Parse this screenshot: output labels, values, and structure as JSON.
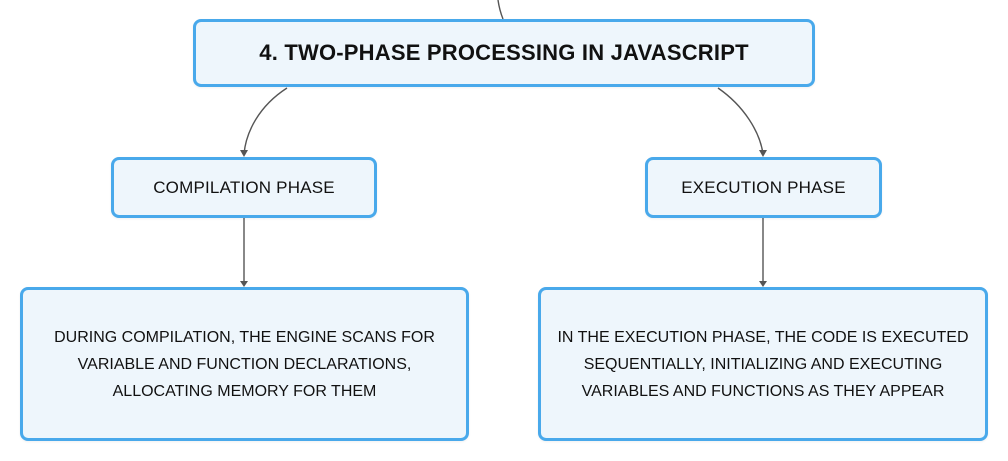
{
  "diagram": {
    "root": {
      "label": "4. TWO-PHASE PROCESSING IN JAVASCRIPT"
    },
    "phases": [
      {
        "label": "COMPILATION PHASE",
        "detail": "DURING COMPILATION, THE ENGINE SCANS FOR VARIABLE AND FUNCTION DECLARATIONS, ALLOCATING MEMORY FOR THEM"
      },
      {
        "label": "EXECUTION PHASE",
        "detail": "IN THE EXECUTION PHASE, THE CODE IS EXECUTED SEQUENTIALLY, INITIALIZING AND EXECUTING VARIABLES AND FUNCTIONS AS THEY APPEAR"
      }
    ],
    "colors": {
      "node_border": "#49a9eb",
      "node_fill": "#eef6fc",
      "connector": "#555555",
      "text": "#111111"
    }
  }
}
